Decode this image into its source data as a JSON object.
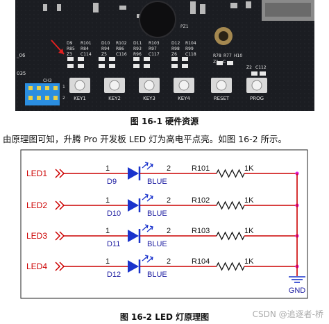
{
  "board": {
    "side_label": "_06",
    "left_number": "035",
    "header_label": "CH3",
    "pin_labels": [
      "1",
      "2"
    ],
    "top_right_label": "PZ1",
    "upper_labels": [
      {
        "col": "D9",
        "lines": [
          "D9",
          "R85",
          "Z3"
        ]
      },
      {
        "col": "R101",
        "lines": [
          "R101",
          "R84",
          "C114"
        ]
      },
      {
        "col": "D10",
        "lines": [
          "D10",
          "R94",
          "Z5"
        ]
      },
      {
        "col": "R102",
        "lines": [
          "R102",
          "R86",
          "C116"
        ]
      },
      {
        "col": "D11",
        "lines": [
          "D11",
          "R93",
          "R96"
        ]
      },
      {
        "col": "R103",
        "lines": [
          "R103",
          "R97",
          "C117"
        ]
      },
      {
        "col": "D12",
        "lines": [
          "D12",
          "R98",
          "Z6"
        ]
      },
      {
        "col": "R104",
        "lines": [
          "R104",
          "R99",
          "C118"
        ]
      }
    ],
    "right_labels": [
      "R78",
      "R77",
      "H10",
      "Z1",
      "C",
      "Z2",
      "C112"
    ],
    "buttons": [
      "KEY1",
      "KEY2",
      "KEY3",
      "KEY4",
      "RESET",
      "PROG"
    ]
  },
  "figure1_caption": "图 16-1   硬件资源",
  "paragraph": "由原理图可知，升腾 Pro 开发板 LED 灯为高电平点亮。如图 16-2 所示。",
  "schematic": {
    "rows": [
      {
        "net": "LED1",
        "pin1": "1",
        "pin2": "2",
        "diode": "D9",
        "color": "BLUE",
        "resistor": "R101",
        "value": "1K"
      },
      {
        "net": "LED2",
        "pin1": "1",
        "pin2": "2",
        "diode": "D10",
        "color": "BLUE",
        "resistor": "R102",
        "value": "1K"
      },
      {
        "net": "LED3",
        "pin1": "1",
        "pin2": "2",
        "diode": "D11",
        "color": "BLUE",
        "resistor": "R103",
        "value": "1K"
      },
      {
        "net": "LED4",
        "pin1": "1",
        "pin2": "2",
        "diode": "D12",
        "color": "BLUE",
        "resistor": "R104",
        "value": "1K"
      }
    ],
    "ground_label": "GND",
    "colors": {
      "net_label": "#cc0000",
      "wire": "#cc0000",
      "led_body": "#1a33cc",
      "component_text": "#1a1aa0",
      "junction": "#e020e0"
    }
  },
  "figure2_caption": "图 16-2   LED 灯原理图",
  "watermark": "CSDN @追逐者-桥"
}
